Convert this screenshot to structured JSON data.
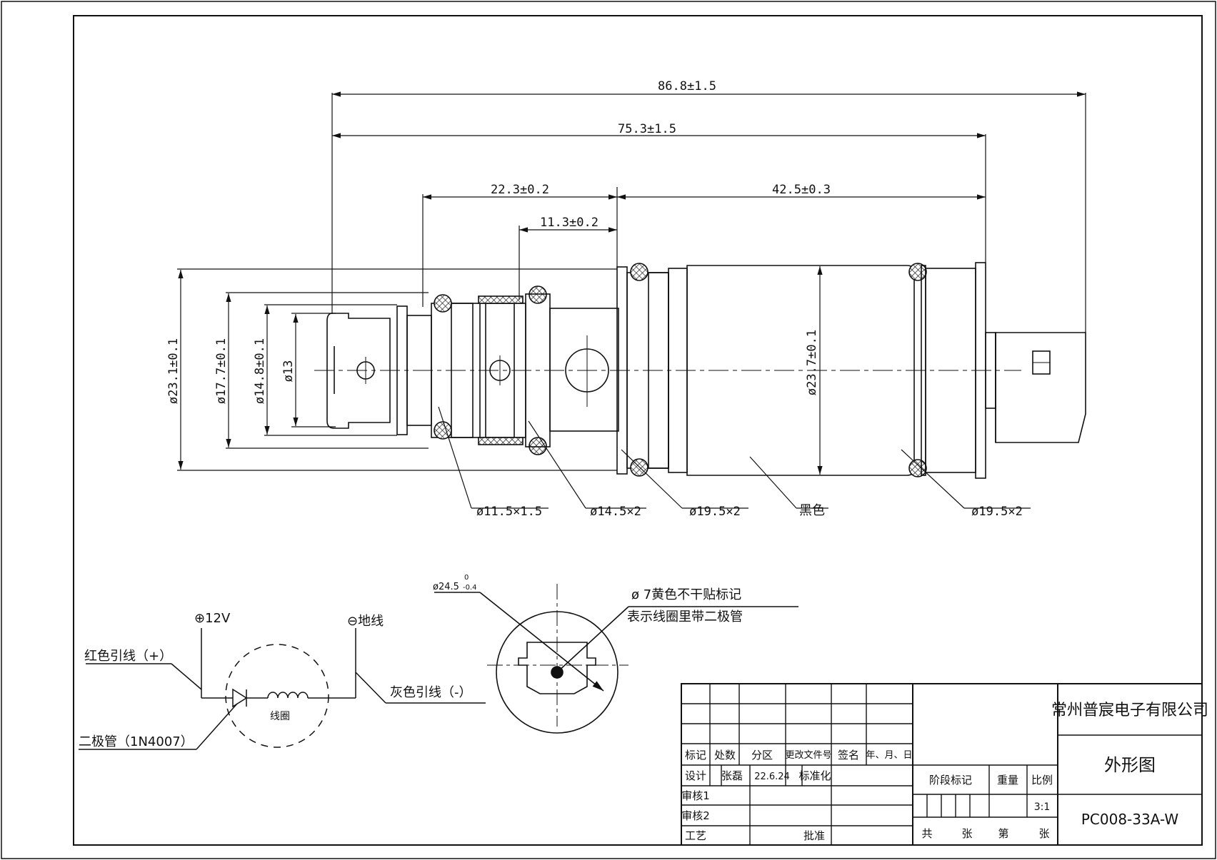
{
  "dimensions": {
    "overall_length": "86.8±1.5",
    "body_length": "75.3±1.5",
    "front_section": "22.3±0.2",
    "o_ring_spacing": "11.3±0.2",
    "rear_section": "42.5±0.3",
    "dia_outer": "ø23.1±0.1",
    "dia_17": "ø17.7±0.1",
    "dia_14": "ø14.8±0.1",
    "dia_13": "ø13",
    "dia_body": "ø23.7±0.1"
  },
  "callouts": {
    "oring_1": "ø11.5×1.5",
    "oring_2": "ø14.5×2",
    "oring_3": "ø19.5×2",
    "color_black": "黑色",
    "oring_4": "ø19.5×2"
  },
  "end_view": {
    "diameter": "ø24.5",
    "tol_upper": "0",
    "tol_lower": "-0.4",
    "note_line1": "ø 7黄色不干贴标记",
    "note_line2": "表示线圈里带二极管"
  },
  "circuit": {
    "pos_terminal": "⊕12V",
    "neg_terminal": "⊖地线",
    "red_lead": "红色引线（+）",
    "grey_lead": "灰色引线（-）",
    "diode": "二极管（1N4007）",
    "coil": "线圈"
  },
  "title_block": {
    "company": "常州普宸电子有限公司",
    "drawing_title": "外形图",
    "drawing_number": "PC008-33A-W",
    "row_headers": [
      "标记",
      "处数",
      "分区",
      "更改文件号",
      "签名",
      "年、月、日"
    ],
    "design_label": "设计",
    "designer": "张磊",
    "design_date": "22.6.24",
    "standardization": "标准化",
    "review1": "审核1",
    "review2": "审核2",
    "process": "工艺",
    "approve": "批准",
    "stage_mark": "阶段标记",
    "weight": "重量",
    "scale_label": "比例",
    "scale": "3:1",
    "total": "共",
    "sheets": "张",
    "sheet_no": "第",
    "sheets2": "张"
  }
}
